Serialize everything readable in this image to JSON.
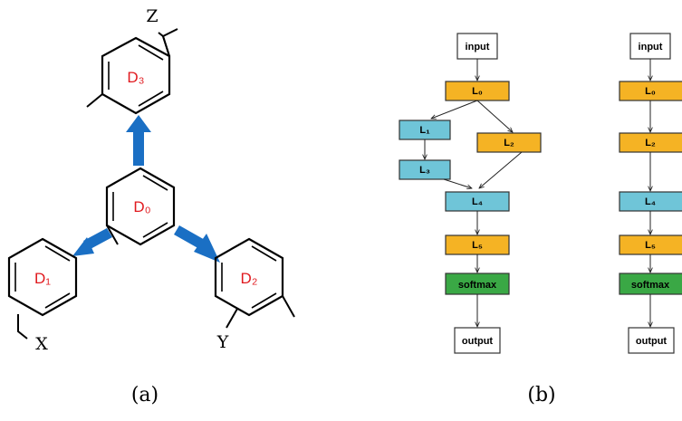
{
  "panel_a": {
    "caption": "(a)",
    "rings": {
      "d0": "D₀",
      "d1": "D₁",
      "d2": "D₂",
      "d3": "D₃"
    },
    "substituents": {
      "x": "X",
      "y": "Y",
      "z": "Z"
    },
    "colors": {
      "arrow": "#1a6fc4",
      "label": "#e0191e"
    }
  },
  "panel_b": {
    "caption": "(b)",
    "left_graph": {
      "input": "input",
      "l0": "L₀",
      "l1": "L₁",
      "l2": "L₂",
      "l3": "L₃",
      "l4": "L₄",
      "l5": "L₅",
      "softmax": "softmax",
      "output": "output"
    },
    "right_graph": {
      "input": "input",
      "l0": "L₀",
      "l2": "L₂",
      "l4": "L₄",
      "l5": "L₅",
      "softmax": "softmax",
      "output": "output"
    },
    "colors": {
      "orange": "#f5b324",
      "blue": "#6fc5d8",
      "green": "#3aa845",
      "white": "#ffffff"
    }
  }
}
